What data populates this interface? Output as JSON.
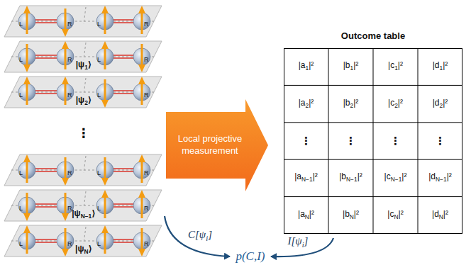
{
  "diagram": {
    "nodes": [
      {
        "text": [
          "Local projective measurement"
        ]
      },
      {
        "text": [
          "Outcome table"
        ]
      }
    ],
    "labels": [
      "L",
      "R",
      "L",
      "R",
      "L",
      "R",
      "L",
      "R",
      "L",
      "R",
      "L",
      "R",
      "L",
      "R",
      "L",
      "R",
      "L",
      "R",
      "L",
      "R",
      "L",
      "R",
      "L",
      "R",
      "|ψ1⟩",
      "|ψ2⟩",
      "⋮",
      "|ψN−1⟩",
      "|ψN⟩",
      "|a1|²",
      "|b1|²",
      "|c1|²",
      "|d1|²",
      "|a2|²",
      "|b2|²",
      "|c2|²",
      "|d2|²",
      "⋮",
      "⋮",
      "⋮",
      "⋮",
      "|aN−1|²",
      "|bN−1|²",
      "|cN−1|²",
      "|dN−1|²",
      "|aN|²",
      "|bN|²",
      "|cN|²",
      "|dN|²",
      "C[ψi]",
      "I[ψi]",
      "p(C,I)"
    ]
  }
}
